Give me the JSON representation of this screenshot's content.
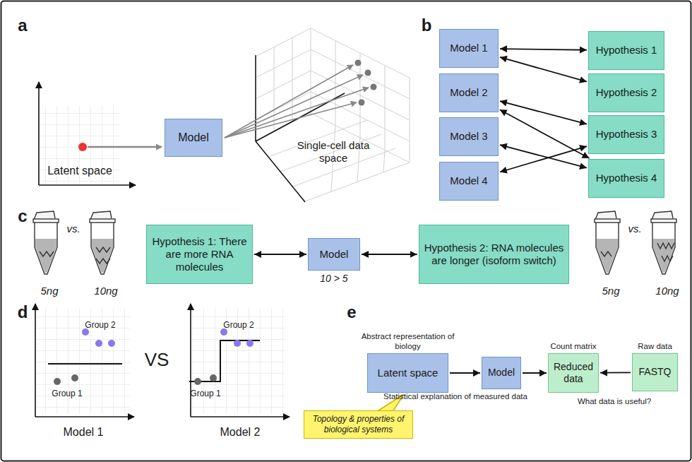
{
  "diagram": {
    "nodes": [
      {
        "text": [
          "Model"
        ]
      },
      {
        "text": [
          "Model 1"
        ]
      },
      {
        "text": [
          "Hypothesis 1"
        ]
      },
      {
        "text": [
          "Model 2"
        ]
      },
      {
        "text": [
          "Hypothesis 2"
        ]
      },
      {
        "text": [
          "Model 3"
        ]
      },
      {
        "text": [
          "Hypothesis 3"
        ]
      },
      {
        "text": [
          "Model 4"
        ]
      },
      {
        "text": [
          "Hypothesis 4"
        ]
      },
      {
        "text": [
          "Hypothesis 1: There are more RNA molecules"
        ]
      },
      {
        "text": [
          "Model",
          "10 > 5"
        ]
      },
      {
        "text": [
          "Hypothesis 2: RNA molecules are longer (isoform switch)"
        ]
      },
      {
        "text": [
          "Abstract representation of biology",
          "Latent space"
        ]
      },
      {
        "text": [
          "Model",
          "Statistical explanation of measured data"
        ]
      },
      {
        "text": [
          "Count matrix",
          "Reduced data"
        ]
      },
      {
        "text": [
          "Raw data",
          "FASTQ"
        ]
      },
      {
        "text": [
          "Topology & properties of biological systems"
        ]
      }
    ],
    "edges": [
      {
        "from": 1,
        "to": 2,
        "arrow": "both"
      },
      {
        "from": 1,
        "to": 4,
        "arrow": "both"
      },
      {
        "from": 3,
        "to": 6,
        "arrow": "both"
      },
      {
        "from": 3,
        "to": 8,
        "arrow": "both"
      },
      {
        "from": 5,
        "to": 8,
        "arrow": "both"
      },
      {
        "from": 7,
        "to": 6,
        "arrow": "both"
      },
      {
        "from": 9,
        "to": 10,
        "arrow": "both"
      },
      {
        "from": 10,
        "to": 11,
        "arrow": "both"
      },
      {
        "from": 12,
        "to": 13,
        "arrow": "to"
      },
      {
        "from": 13,
        "to": 14,
        "arrow": "to"
      },
      {
        "from": 15,
        "to": 14,
        "arrow": "to"
      }
    ],
    "labels": [
      "a",
      "Latent space",
      "Single-cell data space",
      "b",
      "c",
      "vs.",
      "5ng",
      "10ng",
      "vs.",
      "5ng",
      "10ng",
      "d",
      "Group 2",
      "Group 1",
      "Model 1",
      "VS",
      "Group 2",
      "Group 1",
      "Model 2",
      "e",
      "What data is useful?"
    ]
  }
}
